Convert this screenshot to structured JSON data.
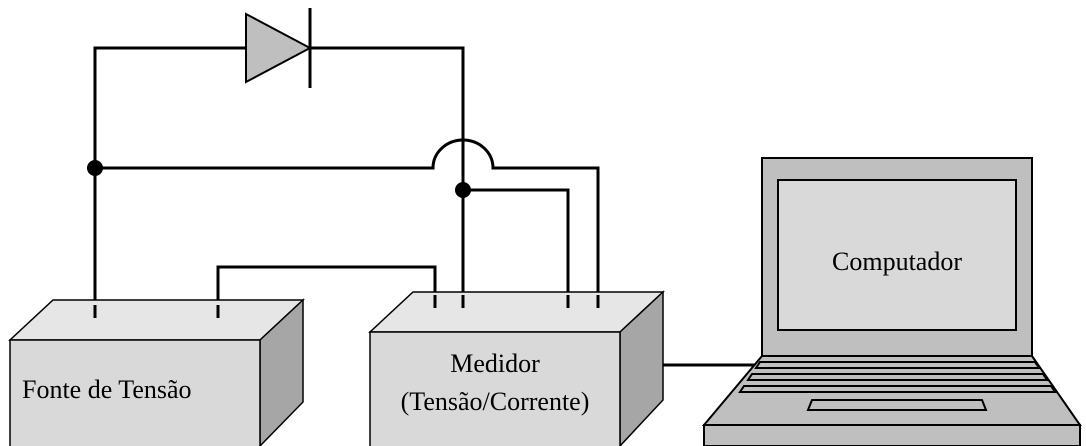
{
  "labels": {
    "power_supply": "Fonte de Tensão",
    "meter_line1": "Medidor",
    "meter_line2": "(Tensão/Corrente)",
    "computer": "Computador"
  },
  "colors": {
    "box_front": "#d9d9d9",
    "box_top": "#e6e6e6",
    "box_side": "#a6a6a6",
    "diode_fill": "#bfbfbf",
    "laptop_fill": "#bfbfbf",
    "laptop_screen": "#d9d9d9",
    "wire": "#000000"
  }
}
